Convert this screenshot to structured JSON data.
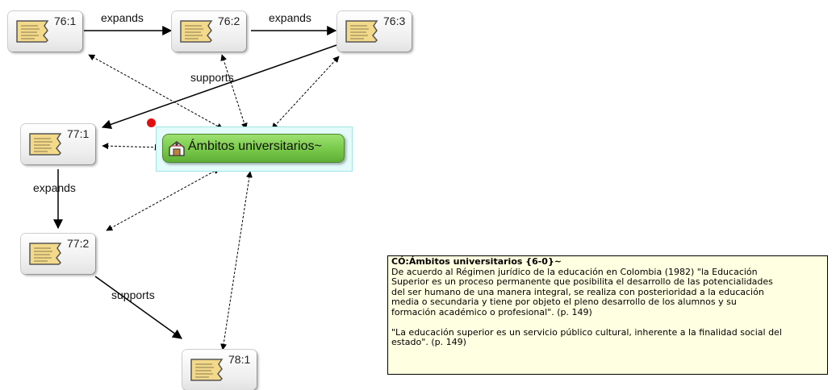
{
  "nodes": [
    {
      "id": "76-1",
      "label": "76:1"
    },
    {
      "id": "76-2",
      "label": "76:2"
    },
    {
      "id": "76-3",
      "label": "76:3"
    },
    {
      "id": "77-1",
      "label": "77:1"
    },
    {
      "id": "77-2",
      "label": "77:2"
    },
    {
      "id": "78-1",
      "label": "78:1"
    }
  ],
  "code_node": {
    "label": "Ámbitos universitarios~"
  },
  "edge_labels": {
    "e1": "expands",
    "e2": "expands",
    "e3": "supports",
    "e4": "expands",
    "e5": "supports"
  },
  "tooltip": {
    "title": "CÓ:Ámbitos universitarios {6-0}~",
    "body": "De acuerdo al Régimen jurídico de la educación en Colombia (1982) \"la Educación\nSuperior es un proceso permanente que posibilita el desarrollo de las potencialidades\ndel ser humano de una manera integral, se realiza con posterioridad a la educación\nmedia o secundaria y tiene por objeto el pleno desarrollo de los alumnos y su\nformación académico o profesional\". (p. 149)",
    "quote": "\"La educación superior es un servicio público cultural, inherente a la finalidad social del\nestado\". (p. 149)"
  },
  "colors": {
    "code_green": "#78c94a",
    "selection_cyan": "#9fe5e5",
    "tooltip_bg": "#ffffe1",
    "marker_red": "#e01010",
    "document_icon": "#f3d98a"
  }
}
